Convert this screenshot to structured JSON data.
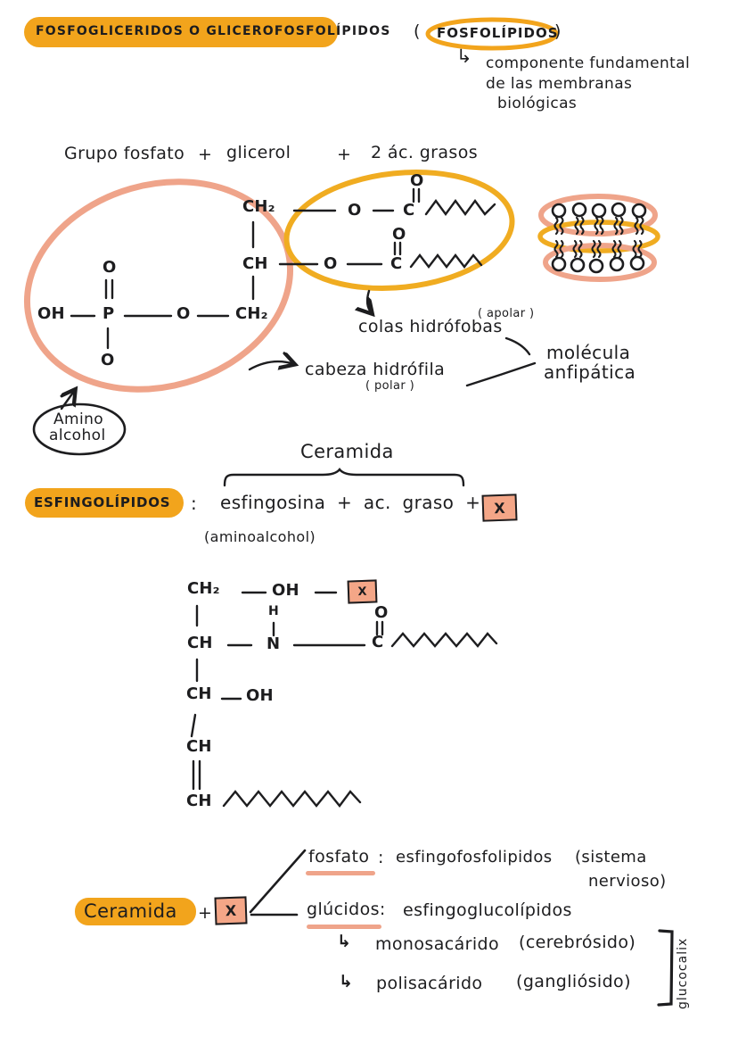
{
  "colors": {
    "ink": "#1d1d1f",
    "hl": "#f2a41c",
    "peach": "#efa48a",
    "orange": "#f0ac21",
    "boxfill": "#f4a687",
    "bg": "#ffffff"
  },
  "x_symbol": "X",
  "header": {
    "title": "FOSFOGLICERIDOS O GLICEROFOSFOLÍPIDOS",
    "paren_open": "(",
    "synonym": "FOSFOLÍPIDOS",
    "paren_close": ")",
    "note_arrow": "↳",
    "note_line1": "componente fundamental",
    "note_line2": "de las membranas",
    "note_line3": "biológicas"
  },
  "formula": {
    "part1": "Grupo fosfato",
    "plus1": "+",
    "part2": "glicerol",
    "plus2": "+",
    "part3": "2 ác. grasos"
  },
  "glycero": {
    "ch2_top": "CH₂",
    "ch_mid": "CH",
    "ch2_bottom": "CH₂",
    "oh": "OH",
    "p": "P",
    "o_mid": "O",
    "o_top": "O",
    "o_bottom": "O",
    "ester1_o": "O",
    "ester1_c": "C",
    "ester1_o2": "O",
    "ester2_o": "O",
    "ester2_c": "C",
    "ester2_o2": "O",
    "label_colas": "colas hidrófobas",
    "label_apolar": "( apolar )",
    "label_cabeza": "cabeza hidrófila",
    "label_polar": "( polar )",
    "label_molecula1": "molécula",
    "label_molecula2": "anfipática",
    "amino1": "Amino",
    "amino2": "alcohol"
  },
  "sphingo": {
    "ceramida_top": "Ceramida",
    "title": "ESFINGOLÍPIDOS",
    "colon": ":",
    "equation": "esfingosina + ac. graso +",
    "aminoalcohol": "(aminoalcohol)",
    "ch2": "CH₂",
    "oh1": "OH",
    "h": "H",
    "ch1": "CH",
    "n": "N",
    "c": "C",
    "o": "O",
    "ch2b": "CH",
    "oh2": "OH",
    "ch3": "CH",
    "ch4": "CH"
  },
  "derivatives": {
    "fosfato": "fosfato",
    "colon1": ":",
    "fosfato_result": "esfingofosfolipidos",
    "fosfato_note1": "(sistema",
    "fosfato_note2": "nervioso)",
    "ceramida": "Ceramida",
    "plus": "+",
    "glucidos": "glúcidos:",
    "glucidos_result": "esfingoglucolípidos",
    "arrow1": "↳",
    "mono": "monosacárido",
    "mono_note": "(cerebrósido)",
    "arrow2": "↳",
    "poli": "polisacárido",
    "poli_note": "(gangliósido)",
    "bracket_label": "glucocalix"
  }
}
